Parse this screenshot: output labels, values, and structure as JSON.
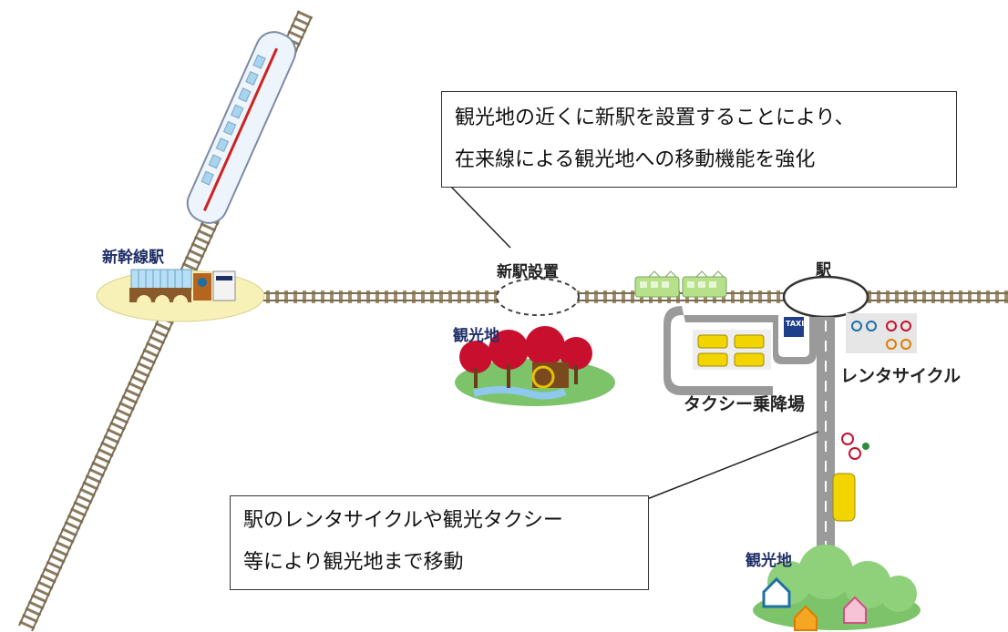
{
  "labels": {
    "shinkansen_station": "新幹線駅",
    "new_station": "新駅設置",
    "station": "駅",
    "tourist_spot_left": "観光地",
    "tourist_spot_bottom": "観光地",
    "rental_cycle": "レンタサイクル",
    "taxi_stand": "タクシー乗降場",
    "taxi_sign": "TAXI"
  },
  "callouts": {
    "top": {
      "line1": "観光地の近くに新駅を設置することにより、",
      "line2": "在来線による観光地への移動機能を強化"
    },
    "bottom": {
      "line1": "駅のレンタサイクルや観光タクシー",
      "line2": "等により観光地まで移動"
    }
  },
  "colors": {
    "rail": "#8a7a5e",
    "shinkansen_stripe": "#cc2222",
    "foliage_red": "#c8102e",
    "foliage_green": "#7cc36a",
    "road": "#9a9a9a",
    "platform_fill": "#f7f1b8",
    "train_green": "#b6e08a"
  },
  "icons": [
    "shinkansen-train-icon",
    "local-train-icon",
    "taxi-icon",
    "bicycle-icon",
    "house-icon",
    "waterwheel-icon",
    "station-building-icon"
  ]
}
